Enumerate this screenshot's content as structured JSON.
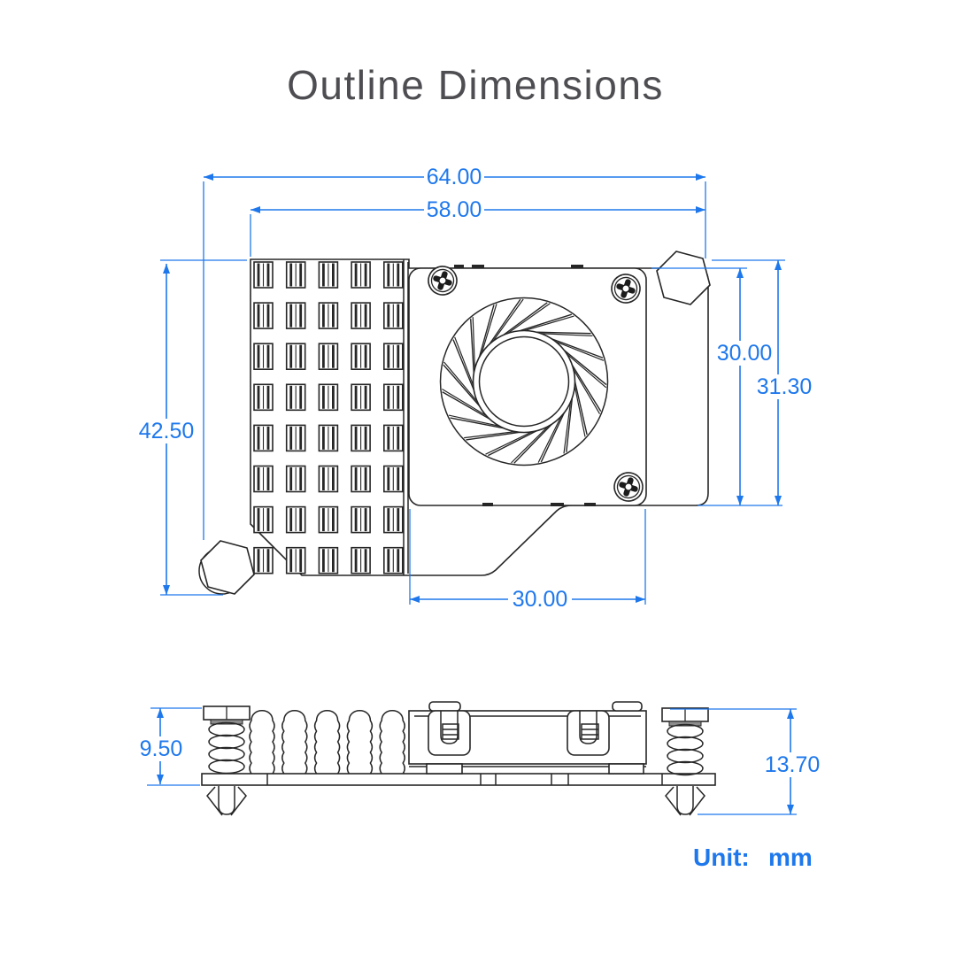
{
  "page": {
    "title": "Outline Dimensions",
    "accent_color": "#1e78ec",
    "line_color": "#262626",
    "background": "#ffffff"
  },
  "unit": {
    "label": "Unit:",
    "value": "mm"
  },
  "dimensions": {
    "overall_width": "64.00",
    "body_width": "58.00",
    "body_height": "42.50",
    "fan_plate_height": "30.00",
    "top_to_fan_bottom_height": "31.30",
    "fan_plate_width": "30.00",
    "heatsink_side_height": "9.50",
    "overall_side_height": "13.70"
  },
  "views": {
    "top_view_name": "heatsink-fan-top-view",
    "side_view_name": "heatsink-fan-side-view"
  }
}
